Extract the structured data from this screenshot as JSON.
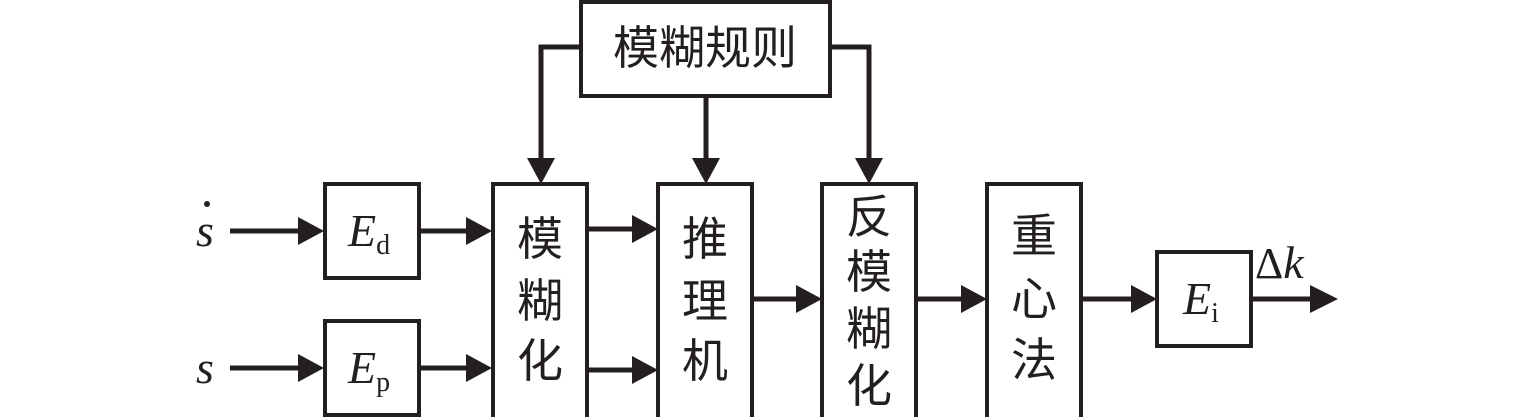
{
  "diagram": {
    "title": "Fuzzy control block diagram",
    "colors": {
      "stroke": "#231f20",
      "background": "#ffffff"
    },
    "inputs": {
      "s_dot": {
        "symbol": "s",
        "accent": "dot"
      },
      "s": {
        "symbol": "s"
      }
    },
    "blocks": {
      "fuzzy_rules": {
        "label": "模糊规则"
      },
      "ed": {
        "main": "E",
        "sub": "d"
      },
      "ep": {
        "main": "E",
        "sub": "p"
      },
      "fuzzify": {
        "chars": [
          "模",
          "糊",
          "化"
        ]
      },
      "inference": {
        "chars": [
          "推",
          "理",
          "机"
        ]
      },
      "defuzzify": {
        "chars": [
          "反",
          "模",
          "糊",
          "化"
        ]
      },
      "centroid": {
        "chars": [
          "重",
          "心",
          "法"
        ]
      },
      "ei": {
        "main": "E",
        "sub": "i"
      }
    },
    "output": {
      "delta": "Δ",
      "symbol": "k"
    }
  }
}
